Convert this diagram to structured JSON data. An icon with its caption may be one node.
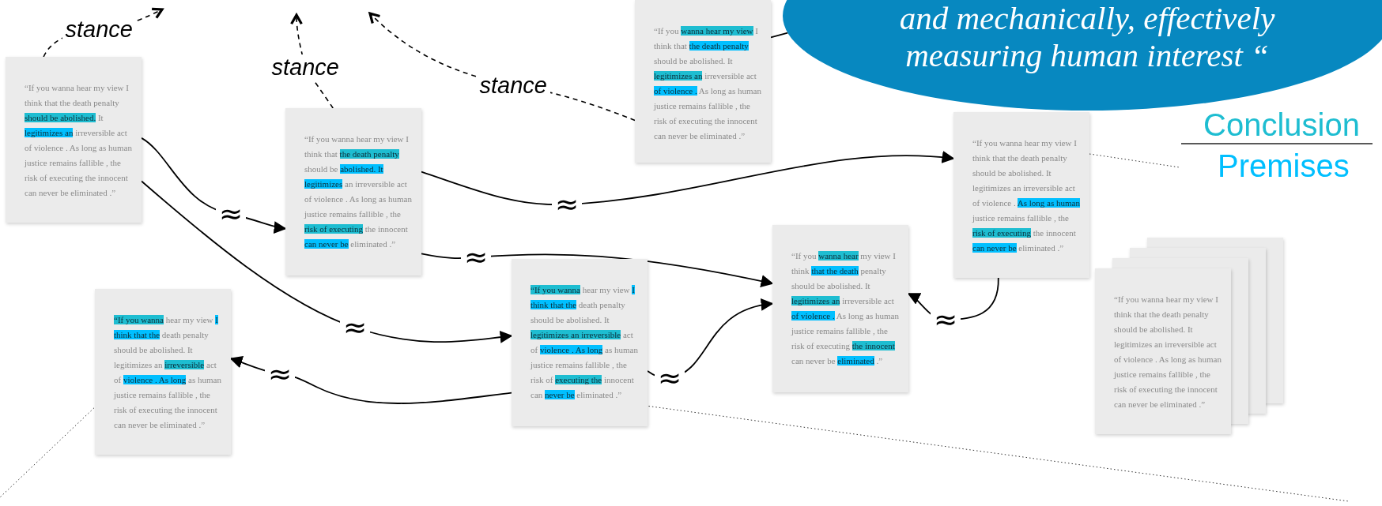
{
  "diagram": {
    "nodes": [
      {
        "text": [
          "“If you wanna hear my view I think that the death penalty should be abolished. It legitimizes an irreversible act of violence . As long as human justice remains fallible , the risk of executing the innocent can never be eliminated .”"
        ]
      },
      {
        "text": [
          "“If you wanna hear my view I think that the death penalty should be abolished. It legitimizes an irreversible act of violence . As long as human justice remains fallible , the risk of executing the innocent can never be eliminated .”"
        ]
      },
      {
        "text": [
          "“If you wanna hear my view I think that the death penalty should be abolished. It legitimizes an irreversible act of violence . As long as human justice remains fallible , the risk of executing the innocent can never be eliminated .”"
        ]
      },
      {
        "text": [
          "and mechanically, effectively measuring human interest “"
        ]
      },
      {
        "text": [
          "“If you wanna hear my view I think that the death penalty should be abolished. It legitimizes an irreversible act of violence . As long as human justice remains fallible , the risk of executing the innocent can never be eliminated .”"
        ]
      },
      {
        "text": [
          "“If you wanna hear my view I think that the death penalty should be abolished. It legitimizes an irreversible act of violence . As long as human justice remains fallible , the risk of executing the innocent can never be eliminated .”"
        ]
      },
      {
        "text": [
          "“If you wanna hear my view I think that the death penalty should be abolished. It legitimizes an irreversible act of violence . As long as human justice remains fallible , the risk of executing the innocent can never be eliminated .”"
        ]
      },
      {
        "text": [
          "“If you wanna hear my view I think that the death penalty should be abolished. It legitimizes an irreversible act of violence . As long as human justice remains fallible , the risk of executing the innocent can never be eliminated .”"
        ]
      },
      {
        "text": [
          "“If you wanna hear my view I think that the death penalty should be abolished. It legitimizes an irreversible act of violence . As long as human justice remains fallible , the risk of executing the innocent can never be eliminated .”"
        ]
      }
    ],
    "edges": [
      {
        "from": 0,
        "to": 1,
        "arrow": "to",
        "label": "≈"
      },
      {
        "from": 0,
        "to": 6,
        "arrow": "to",
        "label": "≈"
      },
      {
        "from": 1,
        "to": 4,
        "arrow": "to",
        "label": "≈"
      },
      {
        "from": 1,
        "to": 5,
        "arrow": "to",
        "label": "≈"
      },
      {
        "from": 4,
        "to": 5,
        "arrow": "to",
        "label": "≈"
      },
      {
        "from": 6,
        "to": 7,
        "arrow": "to",
        "label": "≈"
      },
      {
        "from": 6,
        "to": 5,
        "arrow": "to",
        "label": "≈"
      },
      {
        "from": 2,
        "to": 3,
        "arrow": "none"
      },
      {
        "from": 0,
        "to": null,
        "arrow": "to",
        "label": "stance",
        "style": "dashed"
      },
      {
        "from": 1,
        "to": null,
        "arrow": "to",
        "label": "stance",
        "style": "dashed"
      },
      {
        "from": 2,
        "to": null,
        "arrow": "to",
        "label": "stance",
        "style": "dashed"
      }
    ],
    "labels": [
      "Conclusion",
      "Premises"
    ]
  }
}
